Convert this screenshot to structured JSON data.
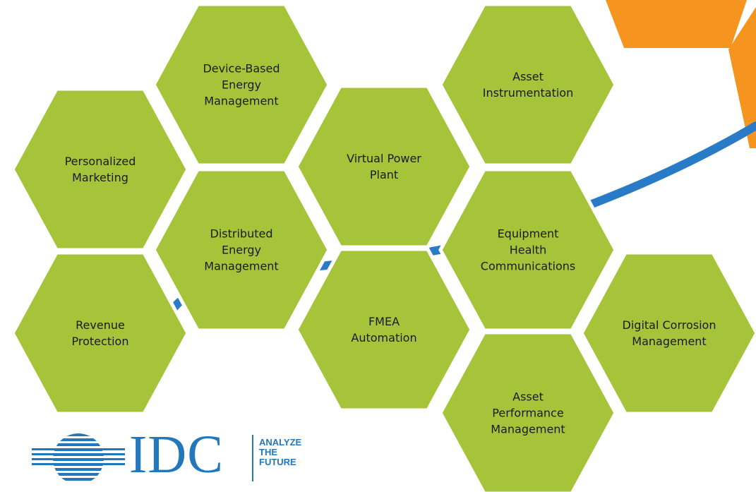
{
  "colors": {
    "hex_fill": "#a6c43a",
    "hex_stroke": "#ffffff",
    "orange": "#f5951f",
    "arc_blue": "#2a7bc7",
    "idc_blue": "#2377bd"
  },
  "hexagons": [
    {
      "id": "device-based-energy-management",
      "label": "Device-Based\nEnergy\nManagement"
    },
    {
      "id": "asset-instrumentation",
      "label": "Asset\nInstrumentation"
    },
    {
      "id": "personalized-marketing",
      "label": "Personalized\nMarketing"
    },
    {
      "id": "virtual-power-plant",
      "label": "Virtual Power\nPlant"
    },
    {
      "id": "distributed-energy-management",
      "label": "Distributed\nEnergy\nManagement"
    },
    {
      "id": "equipment-health-communications",
      "label": "Equipment\nHealth\nCommunications"
    },
    {
      "id": "revenue-protection",
      "label": "Revenue\nProtection"
    },
    {
      "id": "fmea-automation",
      "label": "FMEA\nAutomation"
    },
    {
      "id": "digital-corrosion-management",
      "label": "Digital Corrosion\nManagement"
    },
    {
      "id": "asset-performance-management",
      "label": "Asset\nPerformance\nManagement"
    }
  ],
  "logo": {
    "name": "IDC",
    "tagline": "ANALYZE\nTHE\nFUTURE"
  }
}
